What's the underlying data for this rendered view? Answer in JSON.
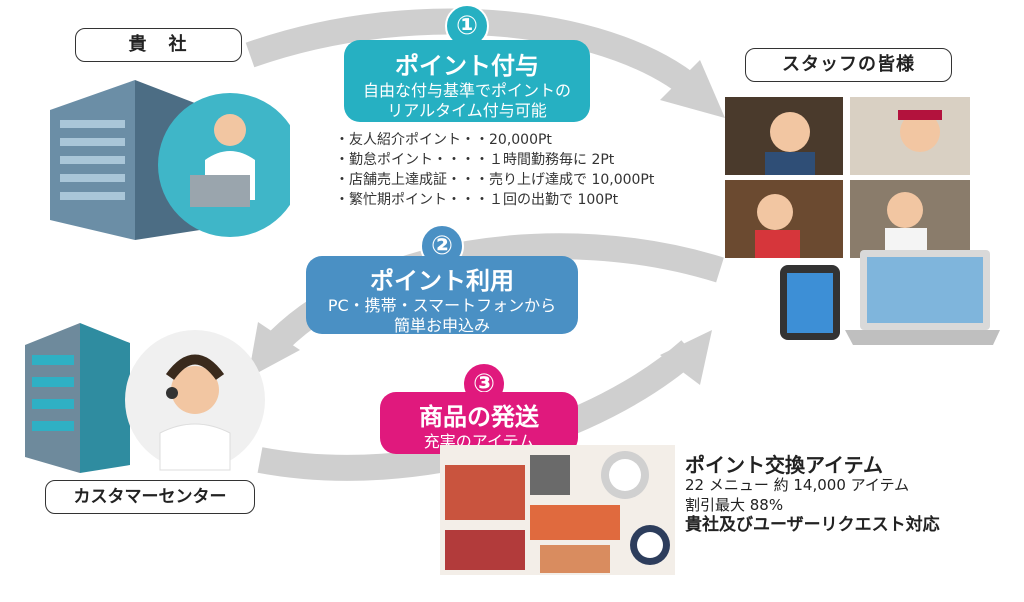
{
  "company": {
    "label": "貴　社"
  },
  "staff": {
    "label": "スタッフの皆様"
  },
  "callcenter": {
    "label": "カスタマーセンター"
  },
  "steps": [
    {
      "num": "①",
      "title": "ポイント付与",
      "desc1": "自由な付与基準でポイントの",
      "desc2": "リアルタイム付与可能",
      "color": "#26b0c2"
    },
    {
      "num": "②",
      "title": "ポイント利用",
      "desc1": "PC・携帯・スマートフォンから",
      "desc2": "簡単お申込み",
      "color": "#4a90c4"
    },
    {
      "num": "③",
      "title": "商品の発送",
      "desc1": "充実のアイテム",
      "desc2": "",
      "color": "#e0197d"
    }
  ],
  "point_rules": [
    "・友人紹介ポイント・・20,000Pt",
    "・勤怠ポイント・・・・１時間勤務毎に 2Pt",
    "・店舗売上達成証・・・売り上げ達成で 10,000Pt",
    "・繁忙期ポイント・・・１回の出勤で 100Pt"
  ],
  "exchange": {
    "heading": "ポイント交換アイテム",
    "line1": "22 メニュー 約 14,000 アイテム",
    "line2": "割引最大 88%",
    "line3": "貴社及びユーザーリクエスト対応"
  }
}
